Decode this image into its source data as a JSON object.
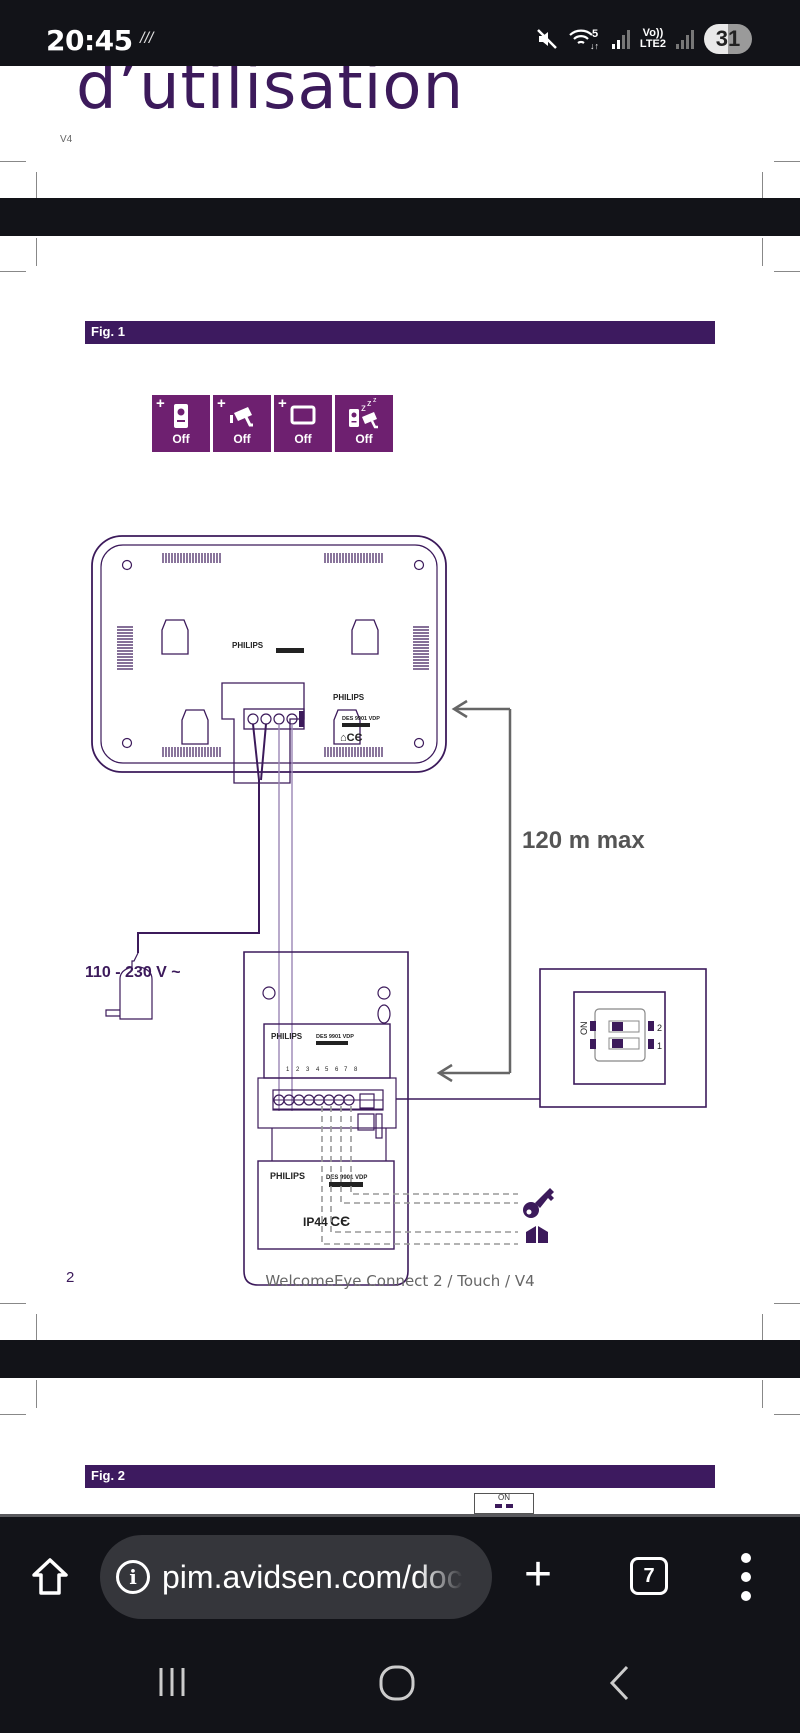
{
  "status_bar": {
    "time": "20:45",
    "network_activity_icon": "data-activity-icon",
    "mute_icon": "mute-icon",
    "wifi_label": "5",
    "lte_label_top": "Vo))",
    "lte_label_bottom": "LTE2",
    "battery_level": "31"
  },
  "document": {
    "title_fragment": "d’utilisation",
    "version_tag": "V4",
    "figure1_label": "Fig. 1",
    "mode_tiles": [
      {
        "icon": "door-station-icon",
        "plus": "+",
        "label": "Off"
      },
      {
        "icon": "camera-icon",
        "plus": "+",
        "label": "Off"
      },
      {
        "icon": "monitor-icon",
        "plus": "+",
        "label": "Off"
      },
      {
        "icon": "sleep-devices-icon",
        "plus": "",
        "label": "Off"
      }
    ],
    "diagram": {
      "monitor_brand": "PHILIPS",
      "monitor_model": "DES 9901 VDP",
      "outdoor_brand": "PHILIPS",
      "outdoor_model": "DES 9901 VDP",
      "terminal_numbers": [
        "1",
        "2",
        "3",
        "4",
        "5",
        "6",
        "7",
        "8"
      ],
      "ip_rating": "IP44",
      "distance_label": "120 m max",
      "voltage_label": "110 - 230 V ~",
      "dip_switch_on": "ON",
      "dip_switch_numbers": [
        "2",
        "1"
      ]
    },
    "footer_page_number": "2",
    "footer_title": "WelcomeEye Connect 2 / Touch / V4",
    "figure2_label": "Fig. 2",
    "figure2_dip_on": "ON",
    "colors": {
      "brand_purple": "#3d1a5f",
      "tile_purple": "#6e2070",
      "line_gray": "#666666"
    }
  },
  "browser": {
    "url": "pim.avidsen.com/doc",
    "tab_count": "7"
  }
}
